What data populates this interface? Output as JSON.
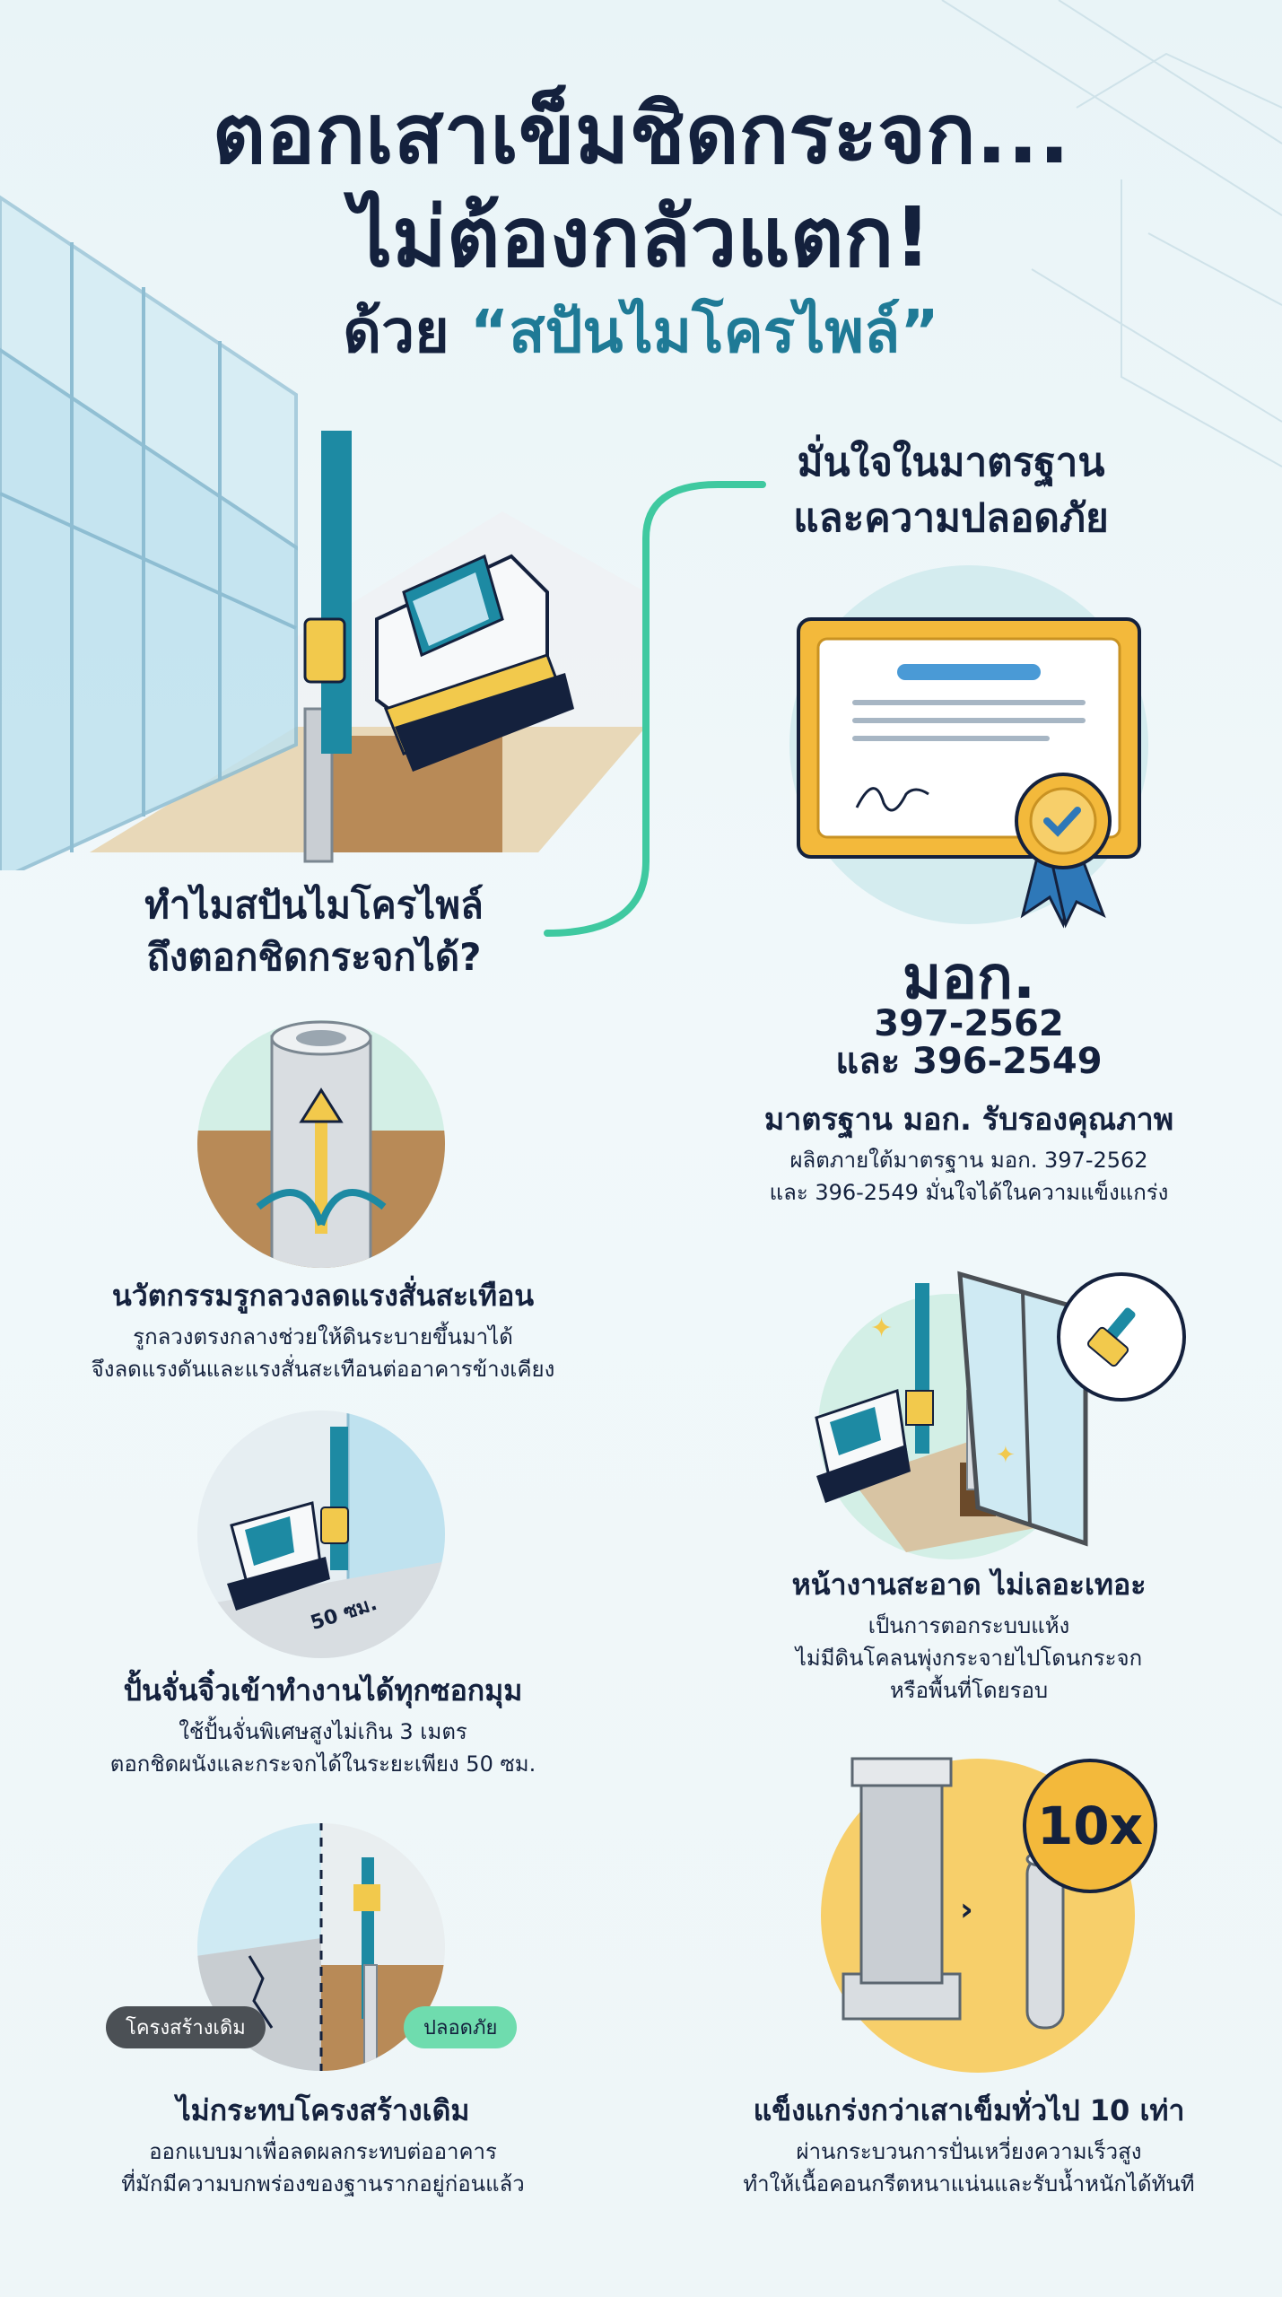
{
  "title": {
    "line1": "ตอกเสาเข็มชิดกระจก...",
    "line2": "ไม่ต้องกลัวแตก!",
    "line3_prefix": "ด้วย ",
    "line3_quote": "“สปันไมโครไพล์”"
  },
  "why_question": {
    "line1": "ทำไมสปันไมโครไพล์",
    "line2": "ถึงตอกชิดกระจกได้?"
  },
  "standard": {
    "question_line1": "มั่นใจในมาตรฐาน",
    "question_line2": "และความปลอดภัย",
    "code": "มอก.",
    "number1": "397-2562",
    "number2": "และ 396-2549",
    "heading": "มาตรฐาน มอก. รับรองคุณภาพ",
    "desc1": "ผลิตภายใต้มาตรฐาน มอก. 397-2562",
    "desc2": "และ 396-2549 มั่นใจได้ในความแข็งแกร่ง"
  },
  "features": [
    {
      "heading": "นวัตกรรมรูกลวงลดแรงสั่นสะเทือน",
      "desc1": "รูกลวงตรงกลางช่วยให้ดินระบายขึ้นมาได้",
      "desc2": "จึงลดแรงดันและแรงสั่นสะเทือนต่ออาคารข้างเคียง"
    },
    {
      "heading": "ปั้นจั่นจิ๋วเข้าทำงานได้ทุกซอกมุม",
      "desc1": "ใช้ปั้นจั่นพิเศษสูงไม่เกิน 3 เมตร",
      "desc2": "ตอกชิดผนังและกระจกได้ในระยะเพียง 50 ซม.",
      "badge": "50 ซม."
    },
    {
      "heading": "ไม่กระทบโครงสร้างเดิม",
      "desc1": "ออกแบบมาเพื่อลดผลกระทบต่ออาคาร",
      "desc2": "ที่มักมีความบกพร่องของฐานรากอยู่ก่อนแล้ว",
      "tag_left": "โครงสร้างเดิม",
      "tag_right": "ปลอดภัย"
    },
    {
      "heading": "หน้างานสะอาด ไม่เลอะเทอะ",
      "desc1": "เป็นการตอกระบบแห้ง",
      "desc2": "ไม่มีดินโคลนพุ่งกระจายไปโดนกระจก",
      "desc3": "หรือพื้นที่โดยรอบ"
    },
    {
      "heading": "แข็งแกร่งกว่าเสาเข็มทั่วไป 10 เท่า",
      "desc1": "ผ่านกระบวนการปั่นเหวี่ยงความเร็วสูง",
      "desc2": "ทำให้เนื้อคอนกรีตหนาแน่นและรับน้ำหนักได้ทันที",
      "badge": "10x"
    }
  ],
  "colors": {
    "navy": "#14213d",
    "teal": "#1f7a96",
    "accent_green": "#3fc9a0",
    "gold": "#f3b93b",
    "machine_yellow": "#f2c94c",
    "machine_teal": "#1d8aa3"
  }
}
